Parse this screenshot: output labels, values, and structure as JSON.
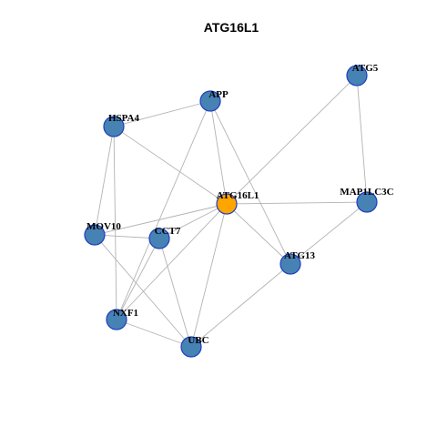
{
  "title": "ATG16L1",
  "colors": {
    "node_fill": "#4682b4",
    "node_border": "#1f3fbf",
    "focus_fill": "#ffa500",
    "focus_border": "#1f3fbf",
    "edge": "#b3b3b3",
    "background": "#ffffff"
  },
  "nodes": [
    {
      "id": "ATG16L1",
      "label": "ATG16L1",
      "focus": true
    },
    {
      "id": "ATG5",
      "label": "ATG5",
      "focus": false
    },
    {
      "id": "APP",
      "label": "APP",
      "focus": false
    },
    {
      "id": "HSPA4",
      "label": "HSPA4",
      "focus": false
    },
    {
      "id": "MAP1LC3C",
      "label": "MAP1LC3C",
      "focus": false
    },
    {
      "id": "MOV10",
      "label": "MOV10",
      "focus": false
    },
    {
      "id": "CCT7",
      "label": "CCT7",
      "focus": false
    },
    {
      "id": "ATG13",
      "label": "ATG13",
      "focus": false
    },
    {
      "id": "NXF1",
      "label": "NXF1",
      "focus": false
    },
    {
      "id": "UBC",
      "label": "UBC",
      "focus": false
    }
  ],
  "edges": [
    [
      "ATG16L1",
      "ATG5"
    ],
    [
      "ATG16L1",
      "APP"
    ],
    [
      "ATG16L1",
      "HSPA4"
    ],
    [
      "ATG16L1",
      "MAP1LC3C"
    ],
    [
      "ATG16L1",
      "MOV10"
    ],
    [
      "ATG16L1",
      "CCT7"
    ],
    [
      "ATG16L1",
      "ATG13"
    ],
    [
      "ATG16L1",
      "NXF1"
    ],
    [
      "ATG16L1",
      "UBC"
    ],
    [
      "ATG5",
      "MAP1LC3C"
    ],
    [
      "APP",
      "HSPA4"
    ],
    [
      "APP",
      "ATG13"
    ],
    [
      "APP",
      "NXF1"
    ],
    [
      "HSPA4",
      "MOV10"
    ],
    [
      "HSPA4",
      "NXF1"
    ],
    [
      "MAP1LC3C",
      "ATG13"
    ],
    [
      "MOV10",
      "CCT7"
    ],
    [
      "MOV10",
      "UBC"
    ],
    [
      "CCT7",
      "NXF1"
    ],
    [
      "CCT7",
      "UBC"
    ],
    [
      "ATG13",
      "UBC"
    ],
    [
      "NXF1",
      "UBC"
    ]
  ]
}
